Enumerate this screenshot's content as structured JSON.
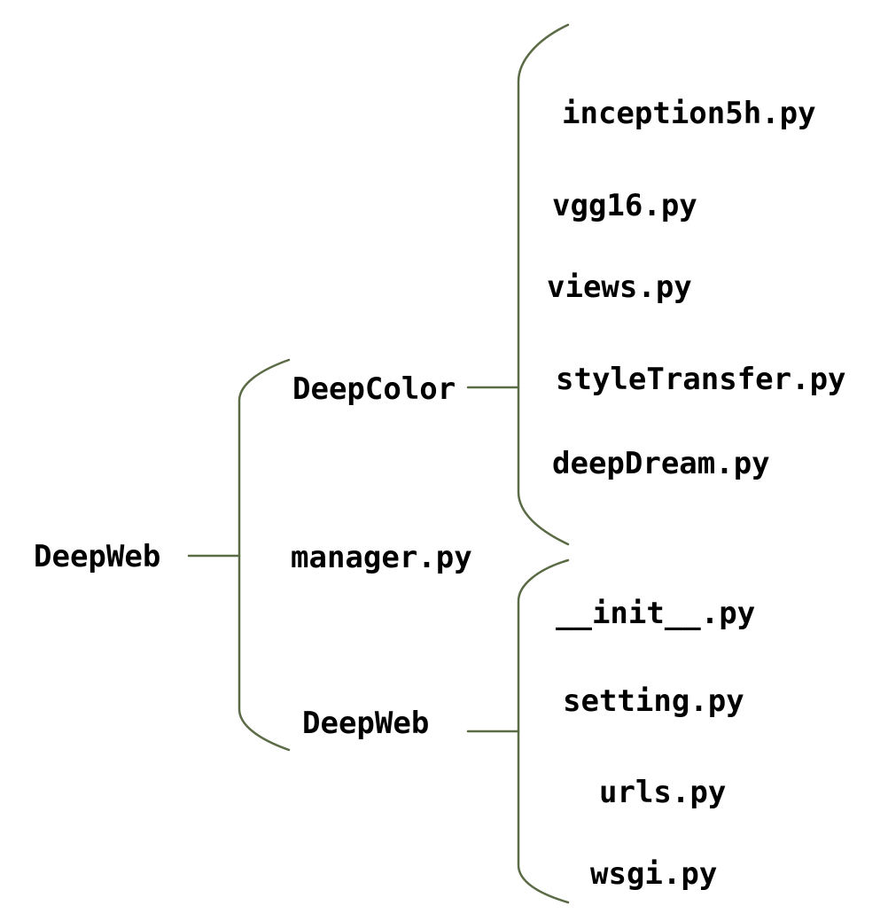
{
  "colors": {
    "line": "#5b6b45",
    "text": "#000000"
  },
  "tree": {
    "root": "DeepWeb",
    "level1": {
      "deepcolor": "DeepColor",
      "manager": "manager.py",
      "deepweb": "DeepWeb"
    },
    "deepcolor_files": [
      "inception5h.py",
      "vgg16.py",
      "views.py",
      "styleTransfer.py",
      "deepDream.py"
    ],
    "deepweb_files": [
      "__init__.py",
      "setting.py",
      "urls.py",
      "wsgi.py"
    ]
  }
}
